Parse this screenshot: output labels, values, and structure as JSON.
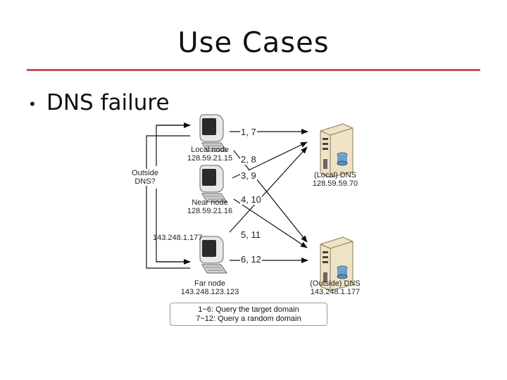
{
  "slide": {
    "title": "Use Cases",
    "bullet": "DNS failure",
    "accent_color": "#c0504d"
  },
  "diagram": {
    "nodes": {
      "local": {
        "name": "Local node",
        "ip": "128.59.21.15",
        "icon": "desktop-computer-icon"
      },
      "near": {
        "name": "Near node",
        "ip": "128.59.21.16",
        "icon": "desktop-computer-icon"
      },
      "far": {
        "name": "Far node",
        "ip": "143.248.123.123",
        "icon": "desktop-computer-icon"
      }
    },
    "servers": {
      "local_dns": {
        "name": "(Local) DNS",
        "ip": "128.59.59.70",
        "icon": "server-tower-icon"
      },
      "outside_dns": {
        "name": "(Outside) DNS",
        "ip": "143.248.1.177",
        "icon": "server-tower-icon"
      }
    },
    "side_labels": {
      "outside_dns_question": "Outside DNS?",
      "far_dns_ip": "143.248.1.177"
    },
    "query_labels": [
      "1, 7",
      "2, 8",
      "3, 9",
      "4, 10",
      "5, 11",
      "6, 12"
    ],
    "legend": [
      "1~6: Query the target domain",
      "7~12: Query a random domain"
    ]
  }
}
